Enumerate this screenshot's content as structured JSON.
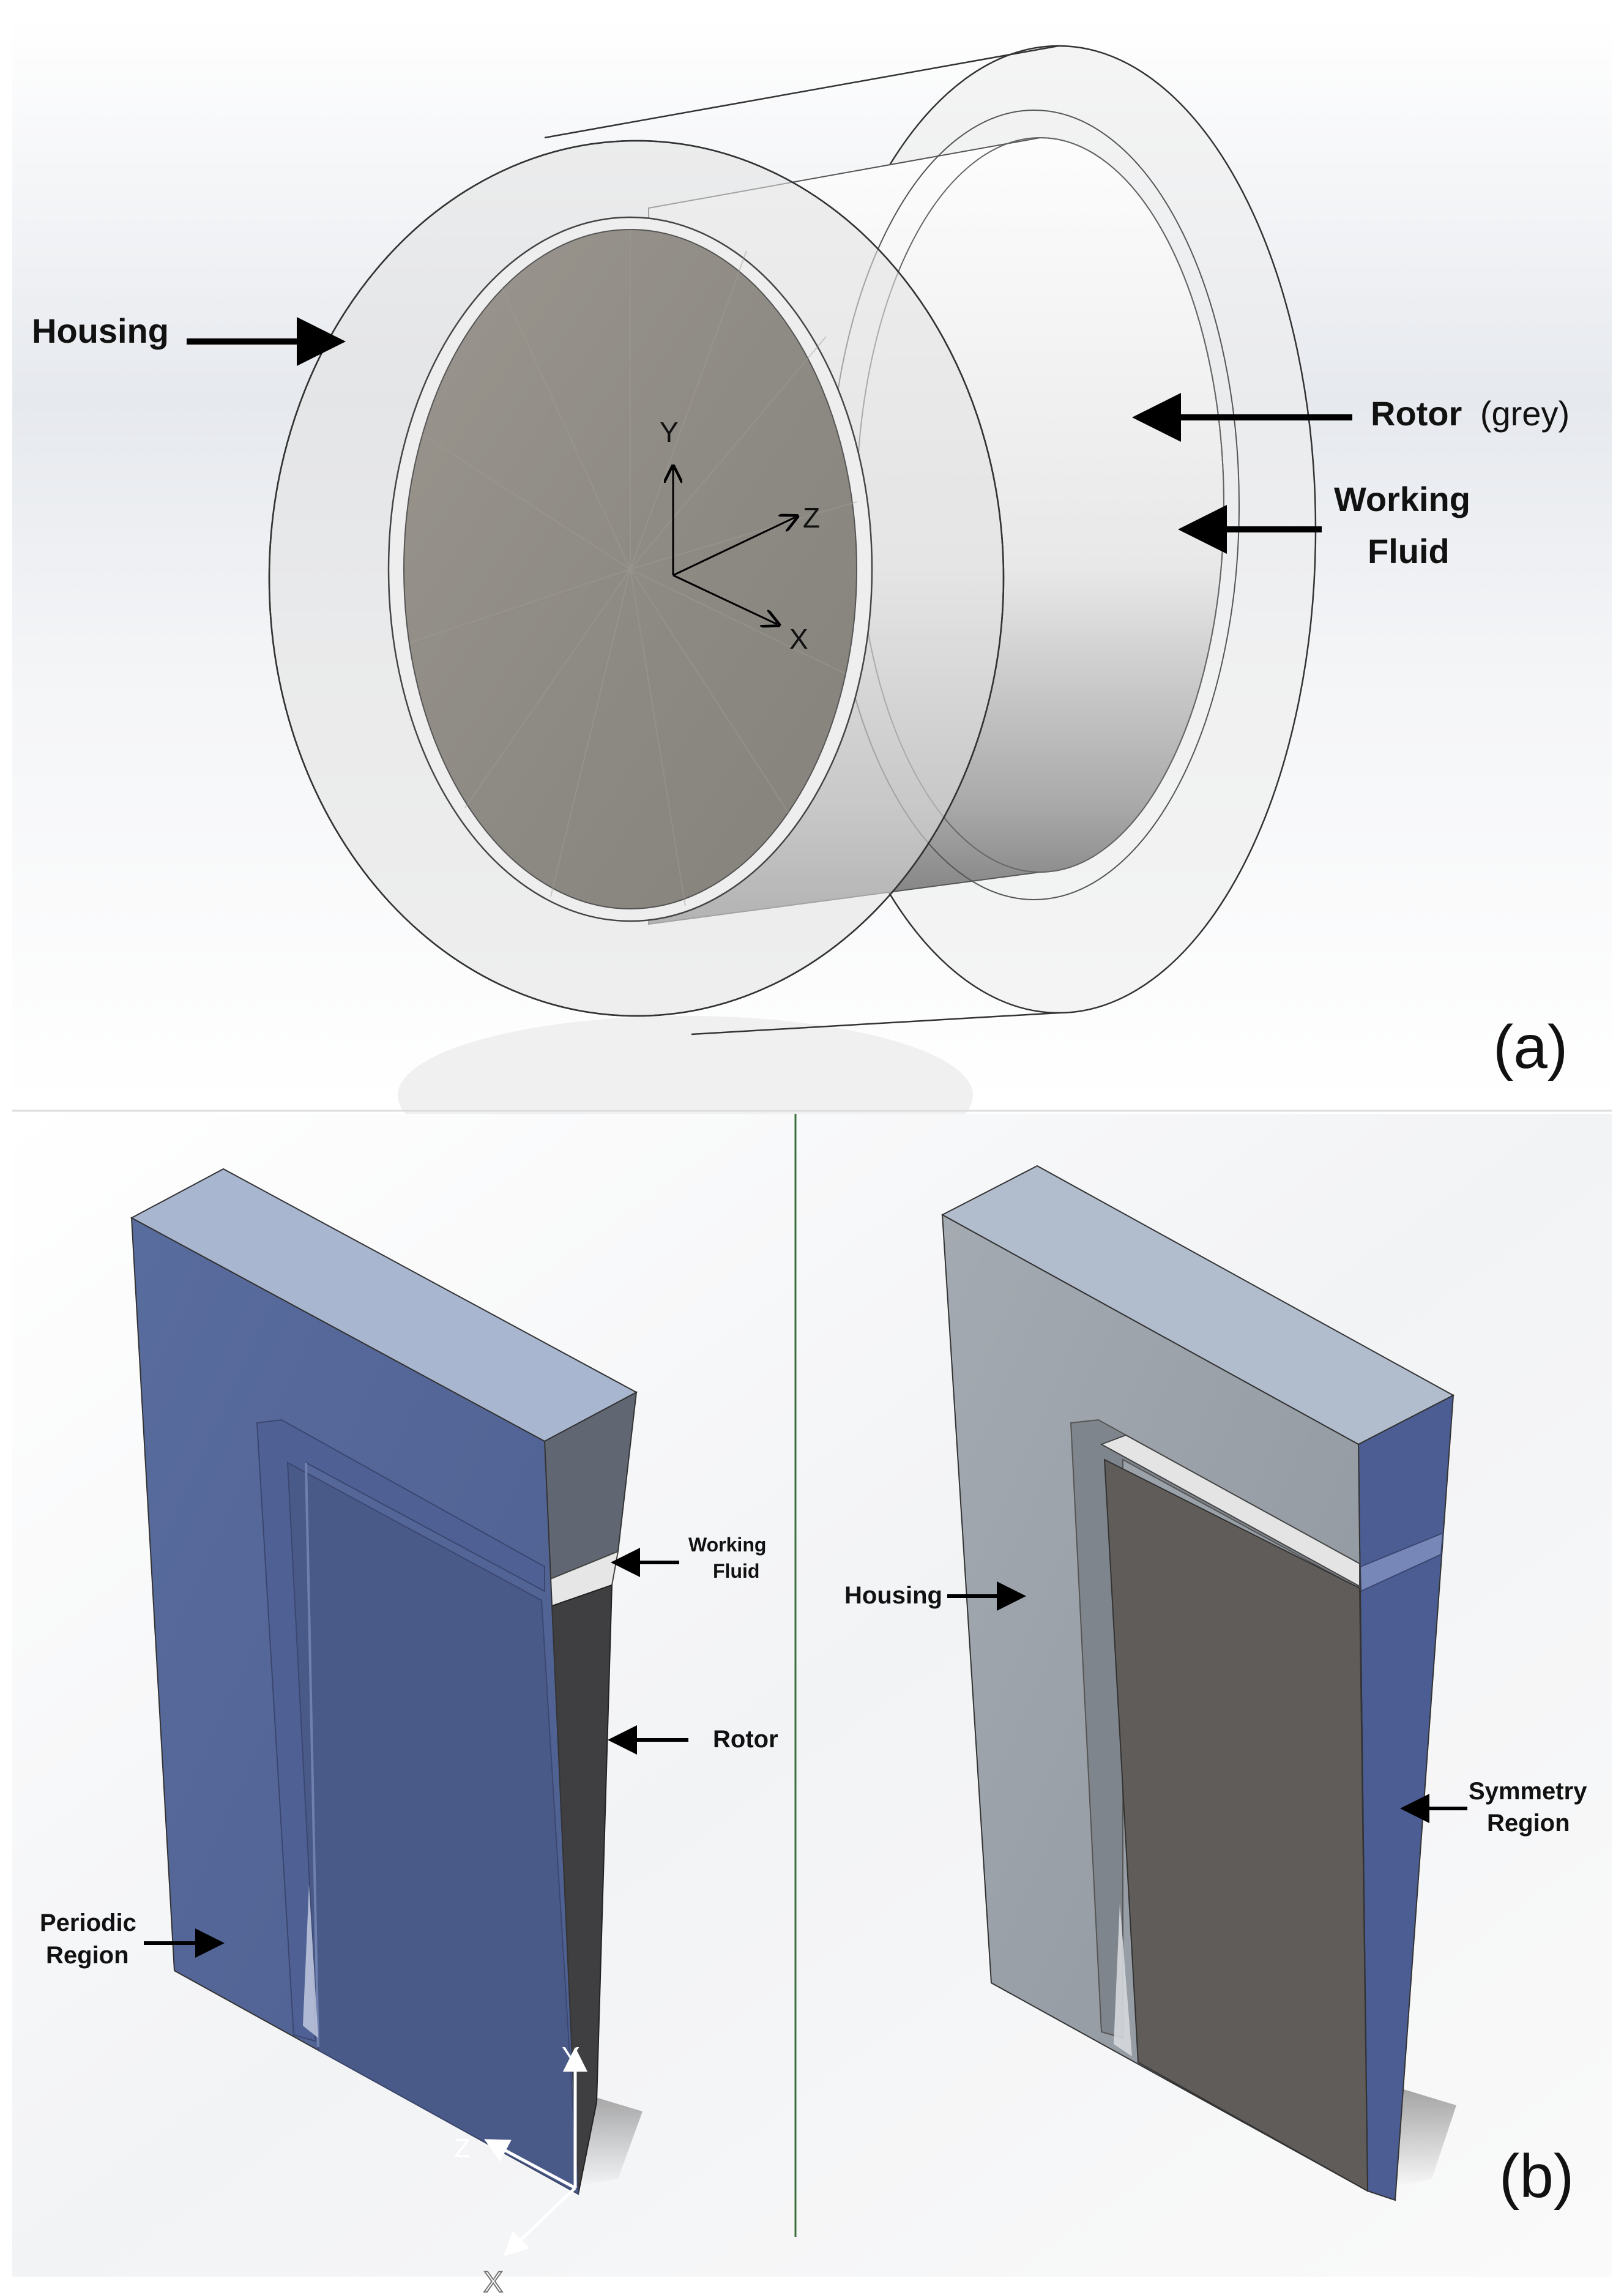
{
  "panel_a": {
    "tag": "(a)",
    "labels": {
      "housing": "Housing",
      "rotor": "Rotor",
      "rotor_note": "(grey)",
      "working_fluid_1": "Working",
      "working_fluid_2": "Fluid"
    },
    "axes": {
      "y": "Y",
      "z": "Z",
      "x": "X"
    }
  },
  "panel_b": {
    "tag": "(b)",
    "left": {
      "working_fluid_1": "Working",
      "working_fluid_2": "Fluid",
      "rotor": "Rotor",
      "periodic_1": "Periodic",
      "periodic_2": "Region"
    },
    "right": {
      "housing": "Housing",
      "symmetry_1": "Symmetry",
      "symmetry_2": "Region"
    },
    "axes": {
      "y": "Y",
      "z": "Z",
      "x": "X"
    }
  },
  "colors": {
    "housing_glass": "#d9d9d9",
    "rotor_face": "#8e8a84",
    "rotor_side": "#e9e9e9",
    "periodic_blue": "#56689a",
    "housing_grey": "#9ea4ab",
    "rotor_dark": "#5f5c59"
  }
}
